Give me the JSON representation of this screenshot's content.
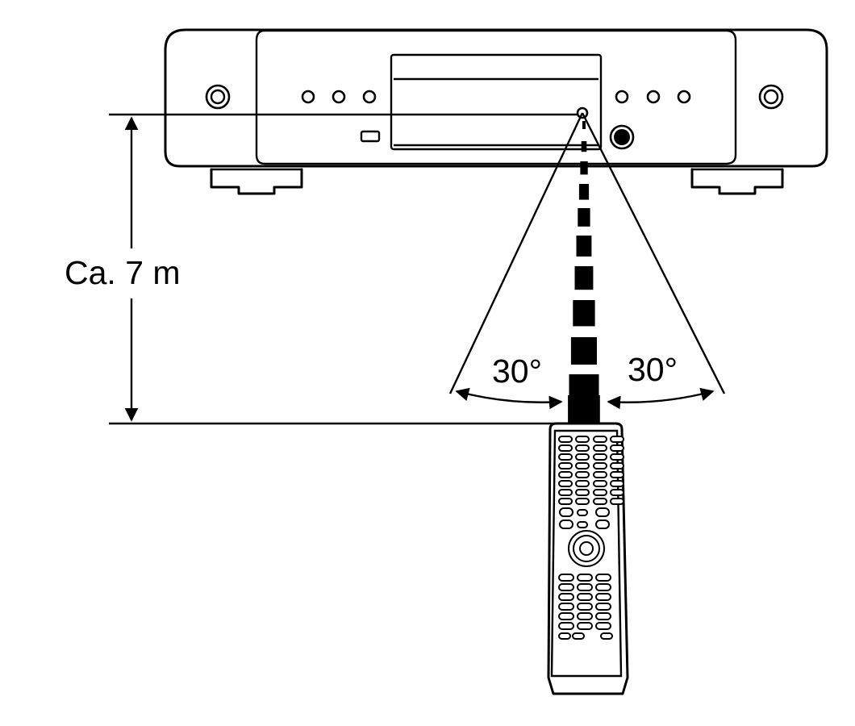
{
  "diagram": {
    "distance_label": "Ca. 7 m",
    "angle_left_label": "30°",
    "angle_right_label": "30°",
    "left_angle_deg": 30,
    "right_angle_deg": 30,
    "colors": {
      "line": "#000000",
      "background": "#ffffff"
    }
  }
}
